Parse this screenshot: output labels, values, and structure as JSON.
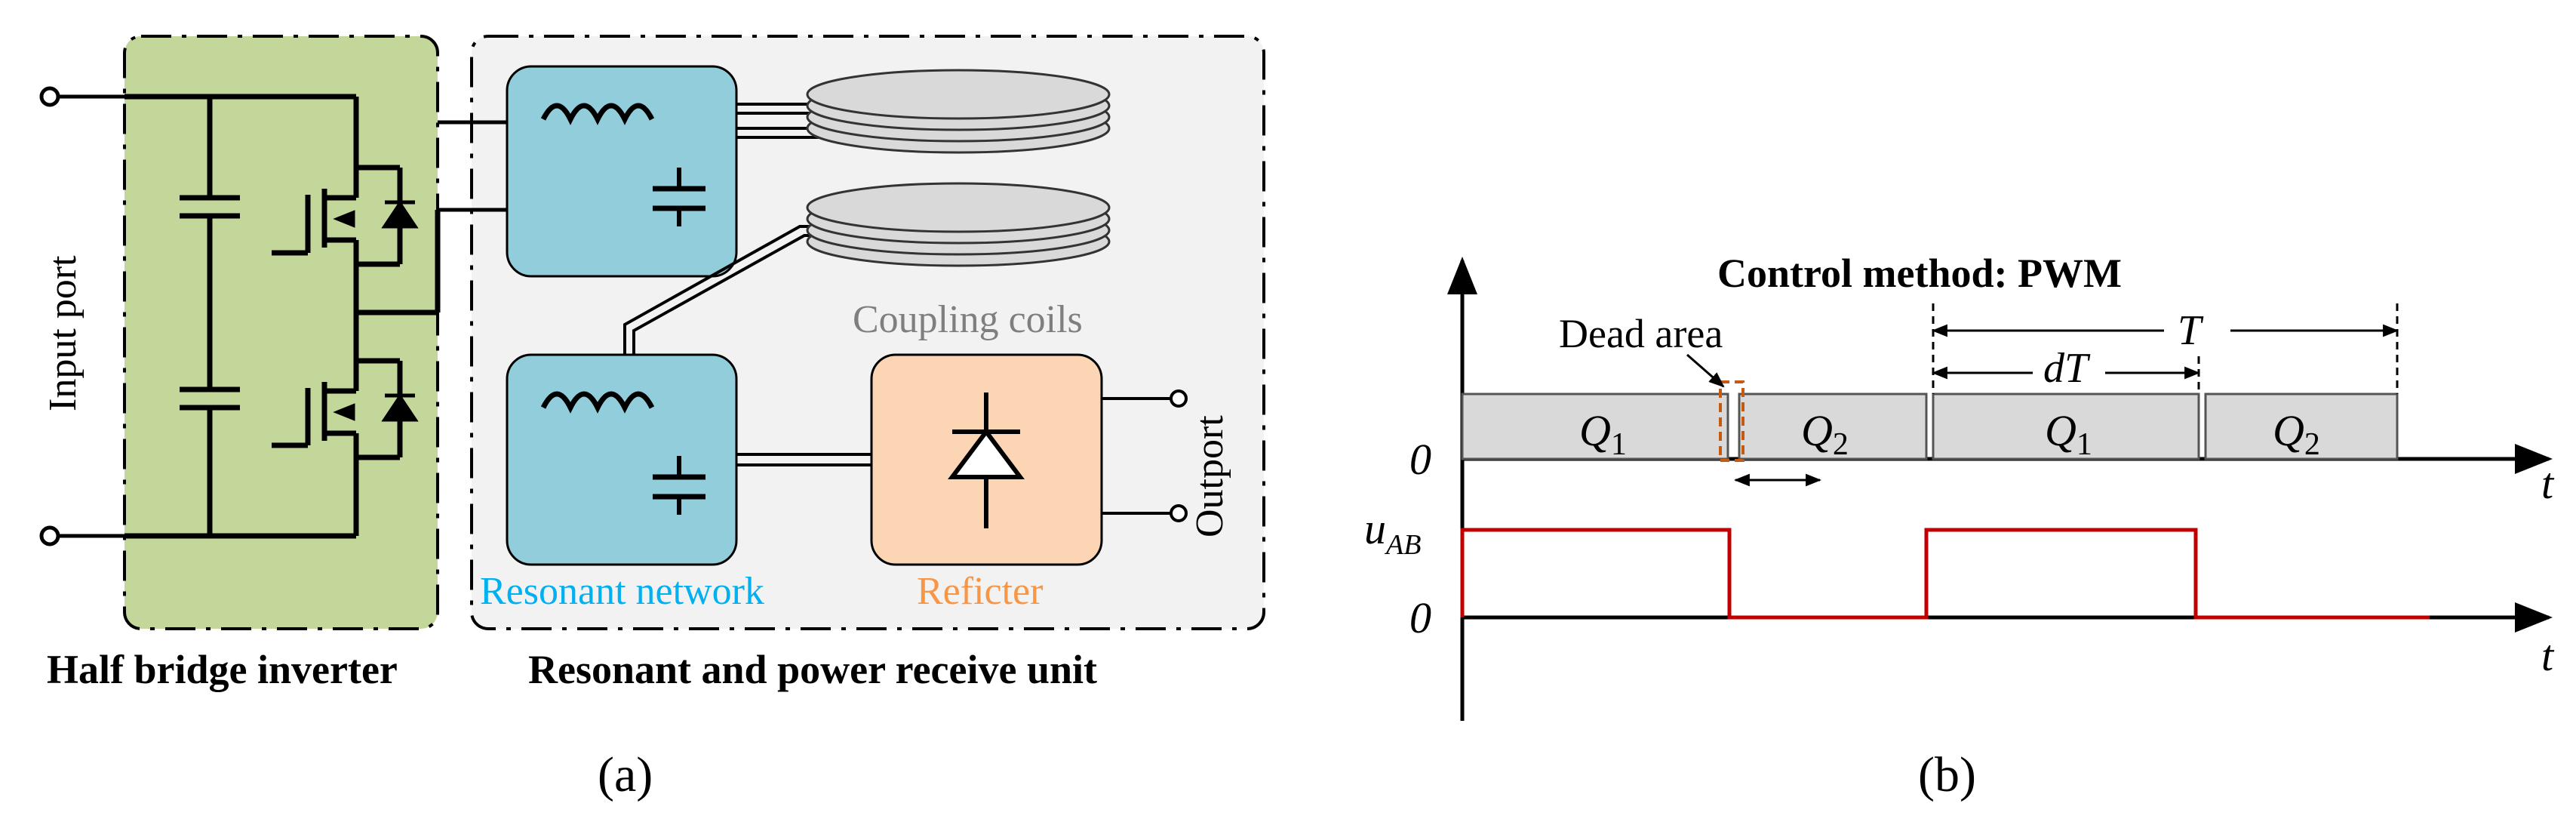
{
  "panel_a": {
    "caption": "(a)",
    "input_port_label": "Input port",
    "output_port_label": "Outport",
    "half_bridge_label": "Half bridge inverter",
    "resonant_unit_label": "Resonant and power receive unit",
    "coupling_coils_label": "Coupling coils",
    "resonant_network_label": "Resonant network",
    "rectifier_label": "Reficter",
    "colors": {
      "half_bridge_bg": "#c4d79b",
      "resonant_box": "#92cddc",
      "rectifier_box": "#fcd5b4",
      "resonant_label_text": "#00b0f0",
      "rectifier_label_text": "#f79646",
      "coil_fill": "#d9d9d9"
    }
  },
  "panel_b": {
    "caption": "(b)",
    "title": "Control method: PWM",
    "dead_area_label": "Dead area",
    "period_label": "T",
    "duty_label": "dT",
    "zero_label_top": "0",
    "zero_label_bottom": "0",
    "t_label_top": "t",
    "t_label_bottom": "t",
    "uab_main": "u",
    "uab_sub": "AB",
    "pulses": [
      {
        "name": "Q",
        "sub": "1"
      },
      {
        "name": "Q",
        "sub": "2"
      },
      {
        "name": "Q",
        "sub": "1"
      },
      {
        "name": "Q",
        "sub": "2"
      }
    ],
    "colors": {
      "pulse_fill": "#d9d9d9",
      "waveform": "#c00000",
      "dead_area_box": "#c55a11"
    }
  }
}
